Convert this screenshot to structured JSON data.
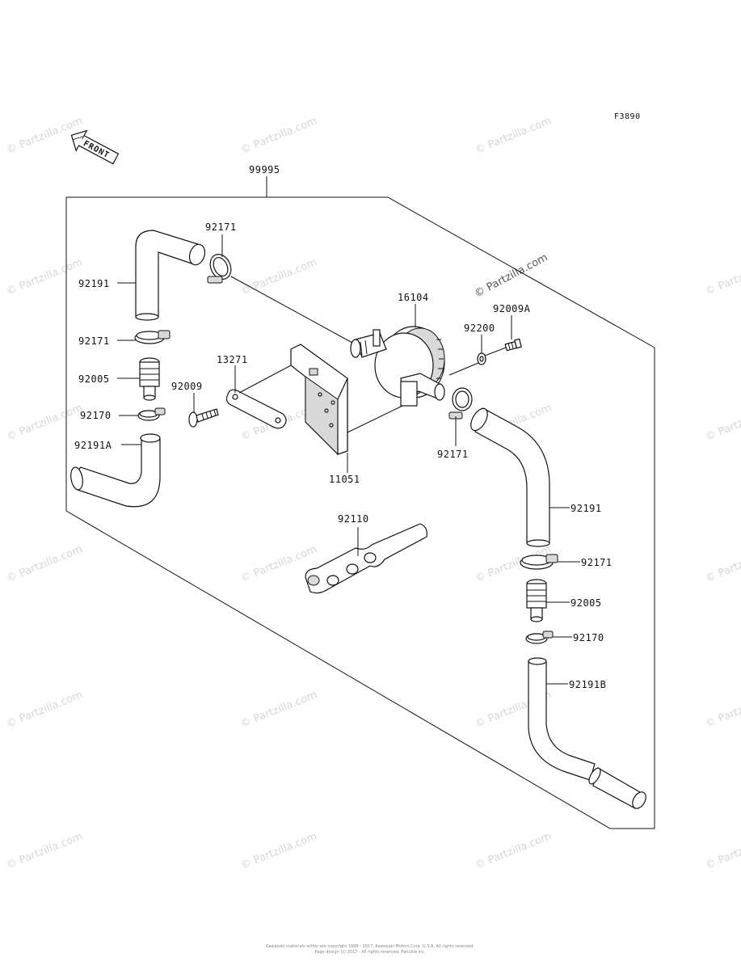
{
  "figure_code": "F3890",
  "front_arrow_text": "FRONT",
  "watermark_text": "© Partzilla.com",
  "watermark_feature": "© Partzilla.com",
  "kit_label": "99995",
  "labels": {
    "l92171_top": "92171",
    "l92191_left": "92191",
    "l92171_left": "92171",
    "l92005_left": "92005",
    "l92170_left": "92170",
    "l92191A": "92191A",
    "l13271": "13271",
    "l92009": "92009",
    "l11051": "11051",
    "l16104": "16104",
    "l92009A": "92009A",
    "l92200": "92200",
    "l92171_mid": "92171",
    "l92110": "92110",
    "l92191_right": "92191",
    "l92171_right": "92171",
    "l92005_right": "92005",
    "l92170_right": "92170",
    "l92191B": "92191B"
  },
  "footer": {
    "line1": "Kawasaki materials within are copyright 1999 - 2017, Kawasaki Motors Corp. U.S.A. All rights reserved.",
    "line2": "Page design (c) 2017 - All rights reserved, Partzilla Inc."
  }
}
